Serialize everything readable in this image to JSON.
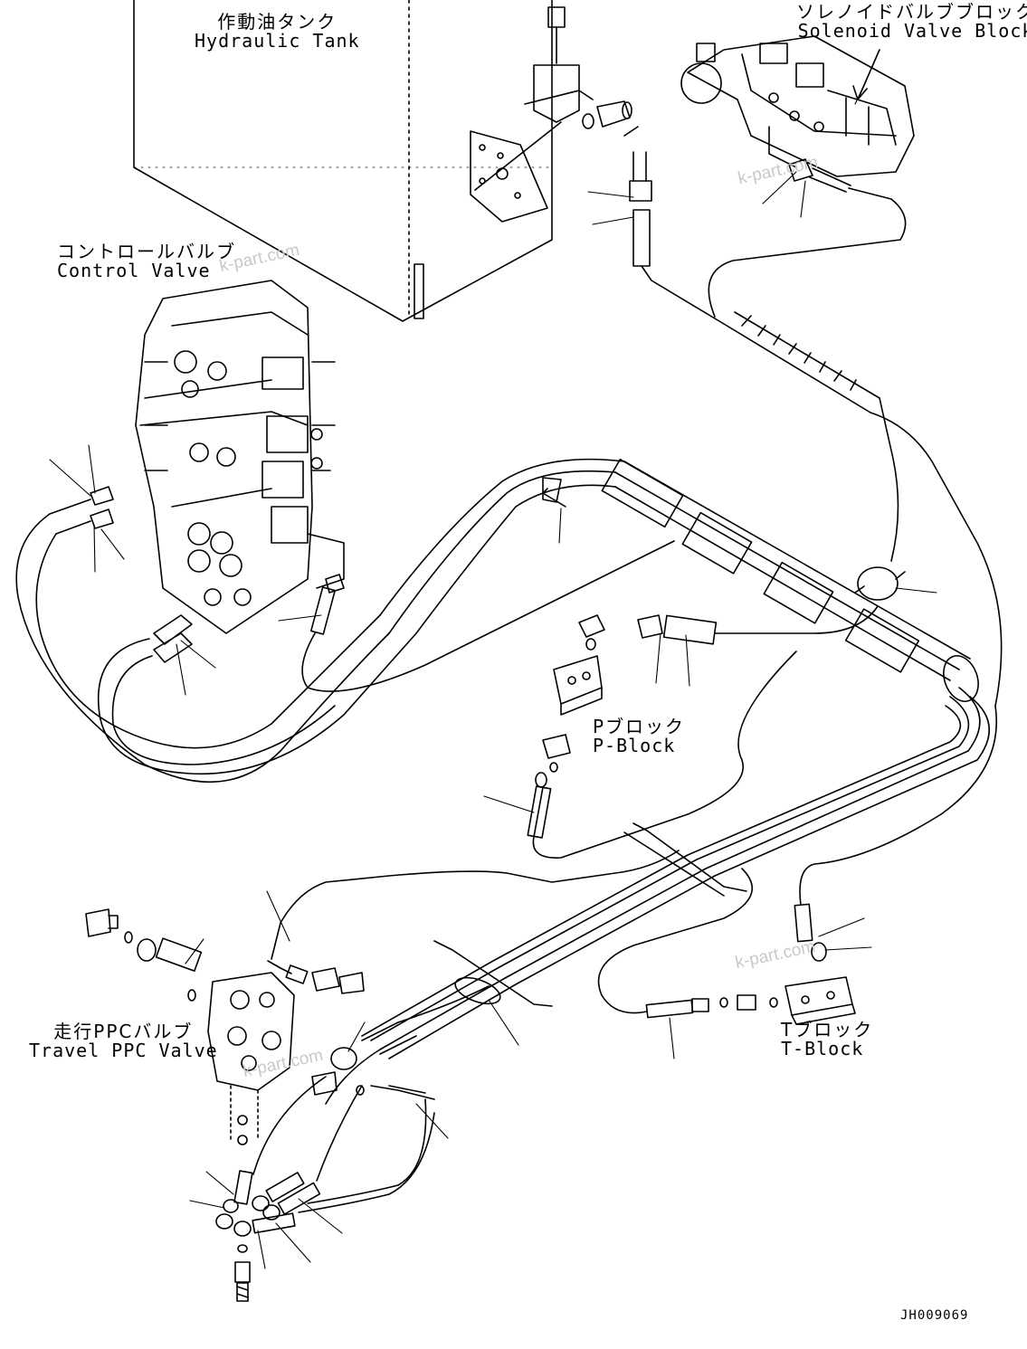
{
  "labels": {
    "hydraulic_tank": {
      "jp": "作動油タンク",
      "en": "Hydraulic Tank"
    },
    "solenoid_valve_block": {
      "jp": "ソレノイドバルブブロック",
      "en": "Solenoid Valve Block"
    },
    "control_valve": {
      "jp": "コントロールバルブ",
      "en": "Control Valve"
    },
    "p_block": {
      "jp": "Pブロック",
      "en": "P-Block"
    },
    "t_block": {
      "jp": "Tブロック",
      "en": "T-Block"
    },
    "travel_ppc_valve": {
      "jp": "走行PPCバルブ",
      "en": "Travel PPC Valve"
    }
  },
  "watermark": "k-part.com",
  "drawing_code": "JH009069",
  "colors": {
    "line": "#000000",
    "watermark": "#c8c8c8",
    "background": "#ffffff"
  }
}
